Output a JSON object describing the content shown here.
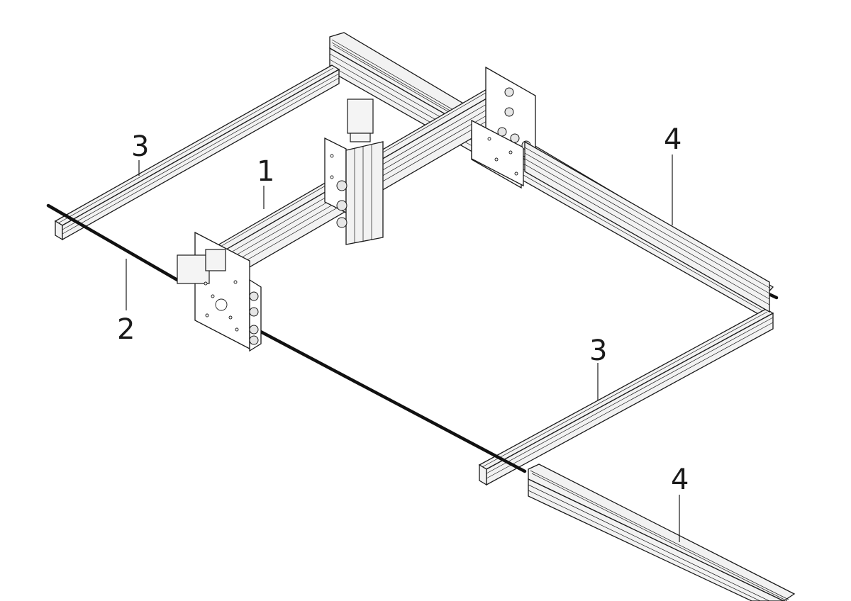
{
  "callouts": [
    {
      "id": "gantry-beam",
      "label": "1"
    },
    {
      "id": "drive-belt",
      "label": "2"
    },
    {
      "id": "rail-left-back",
      "label": "3"
    },
    {
      "id": "rail-right-side",
      "label": "4"
    },
    {
      "id": "rail-front",
      "label": "3"
    },
    {
      "id": "rail-loose",
      "label": "4"
    }
  ]
}
